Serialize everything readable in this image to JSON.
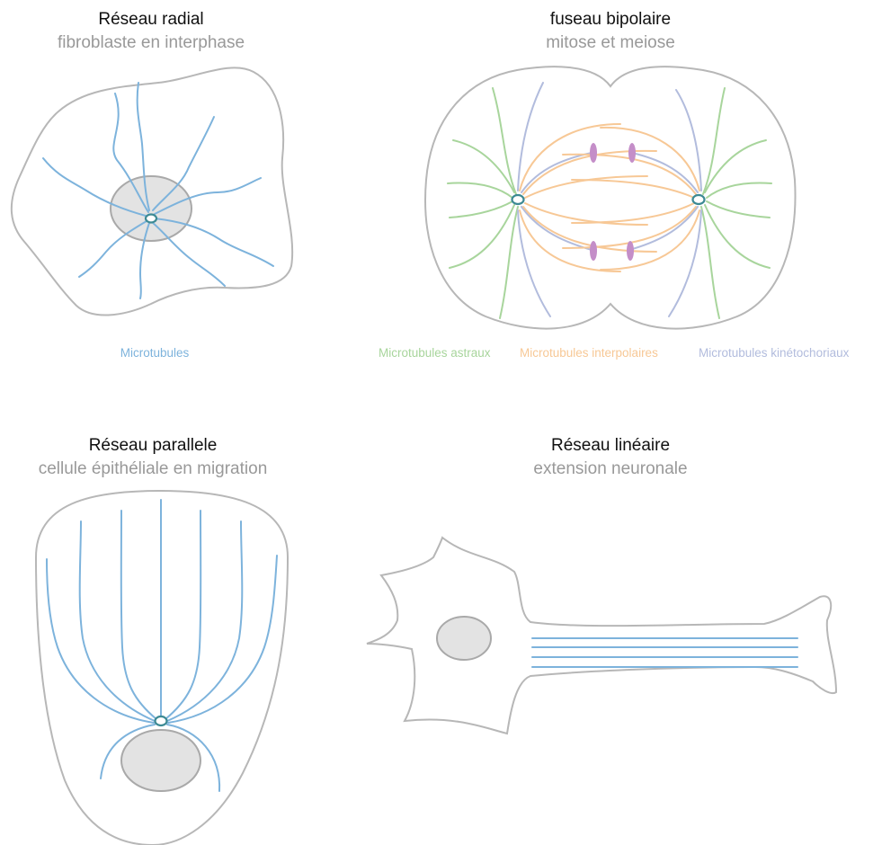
{
  "colors": {
    "cell_outline": "#b7b7b7",
    "nucleus_fill": "#e3e3e3",
    "microtubule": "#7db3dc",
    "centrosome": "#3d8a94",
    "astral": "#a8d59c",
    "interpolar": "#f7c896",
    "kinetochore": "#b2bcdd",
    "chromosome": "#c48ec8",
    "title": "#111111",
    "subtitle": "#999999"
  },
  "panels": {
    "radial": {
      "title": "Réseau radial",
      "subtitle": "fibroblaste en interphase",
      "legend": "Microtubules"
    },
    "spindle": {
      "title": "fuseau bipolaire",
      "subtitle": "mitose et meiose",
      "legend_astral": "Microtubules astraux",
      "legend_interpolar": "Microtubules interpolaires",
      "legend_kinetochore": "Microtubules kinétochoriaux"
    },
    "parallel": {
      "title": "Réseau parallele",
      "subtitle": "cellule épithéliale en migration"
    },
    "linear": {
      "title": "Réseau linéaire",
      "subtitle": "extension neuronale"
    }
  }
}
